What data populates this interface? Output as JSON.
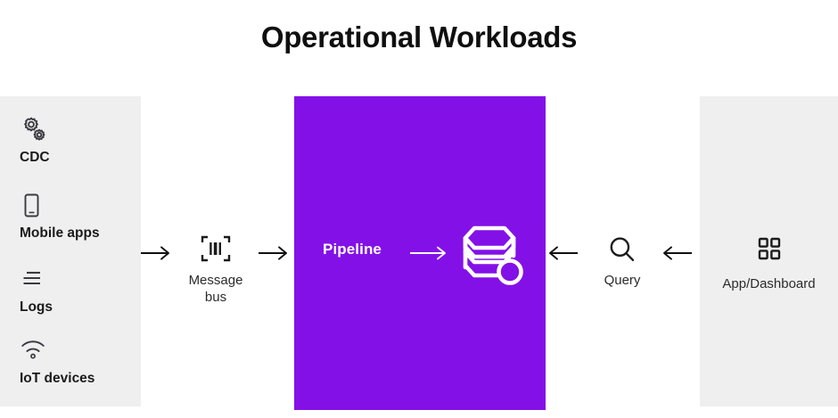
{
  "diagram": {
    "title": "Operational Workloads",
    "colors": {
      "accent_purple": "#8410e8",
      "panel_gray": "#efefef",
      "text_dark": "#1b1b1b",
      "text_on_accent": "#ffffff",
      "background": "#ffffff"
    }
  },
  "sources": {
    "panel_name": "data-sources",
    "items": [
      {
        "label": "CDC",
        "icon": "gears-icon"
      },
      {
        "label": "Mobile apps",
        "icon": "mobile-phone-icon"
      },
      {
        "label": "Logs",
        "icon": "log-lines-icon"
      },
      {
        "label": "IoT devices",
        "icon": "wifi-signal-icon"
      }
    ]
  },
  "message_bus": {
    "label": "Message\nbus",
    "icon": "barcode-scan-icon"
  },
  "pipeline": {
    "label": "Pipeline",
    "database_icon": "database-stack-icon",
    "inner_arrow": "arrow-right-icon"
  },
  "query": {
    "label": "Query",
    "icon": "magnifier-search-icon"
  },
  "consumer": {
    "label": "App/Dashboard",
    "icon": "grid-apps-icon"
  },
  "arrows": [
    {
      "name": "arrow-sources-to-message-bus",
      "direction": "right"
    },
    {
      "name": "arrow-message-bus-to-pipeline",
      "direction": "right"
    },
    {
      "name": "arrow-pipeline-to-query",
      "direction": "left"
    },
    {
      "name": "arrow-query-to-app",
      "direction": "left"
    }
  ]
}
